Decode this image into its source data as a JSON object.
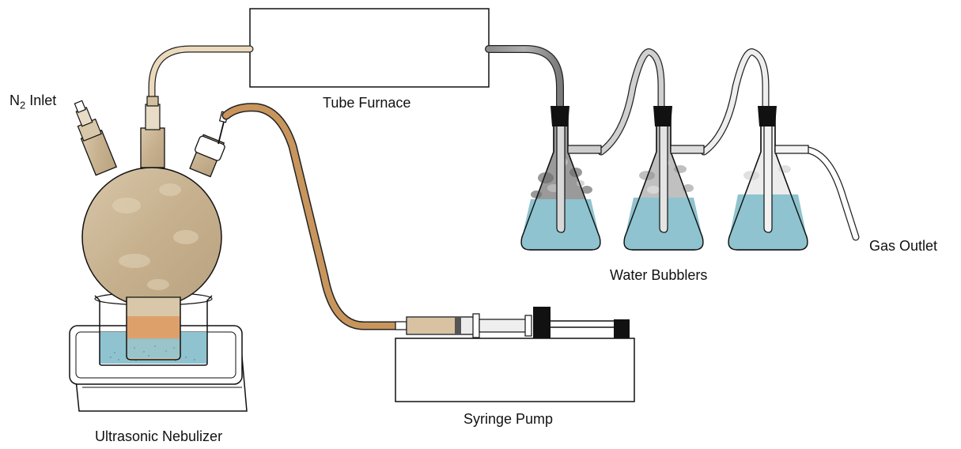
{
  "labels": {
    "n2_symbol": "N",
    "n2_subscript": "2",
    "n2_text": "Inlet",
    "tube_furnace": "Tube Furnace",
    "water_bubblers": "Water Bubblers",
    "gas_outlet": "Gas Outlet",
    "syringe_pump": "Syringe Pump",
    "ultrasonic_nebulizer": "Ultrasonic Nebulizer"
  },
  "colors": {
    "outline": "#111111",
    "flask_tan": "#c9b493",
    "tube_tan": "#e9d9bd",
    "tube_orange": "#c8955c",
    "water_blue": "#8ec3cf",
    "orange_liquid": "#dea06a",
    "smoke_gray": "#8f8f8f",
    "stopper_black": "#111111"
  }
}
